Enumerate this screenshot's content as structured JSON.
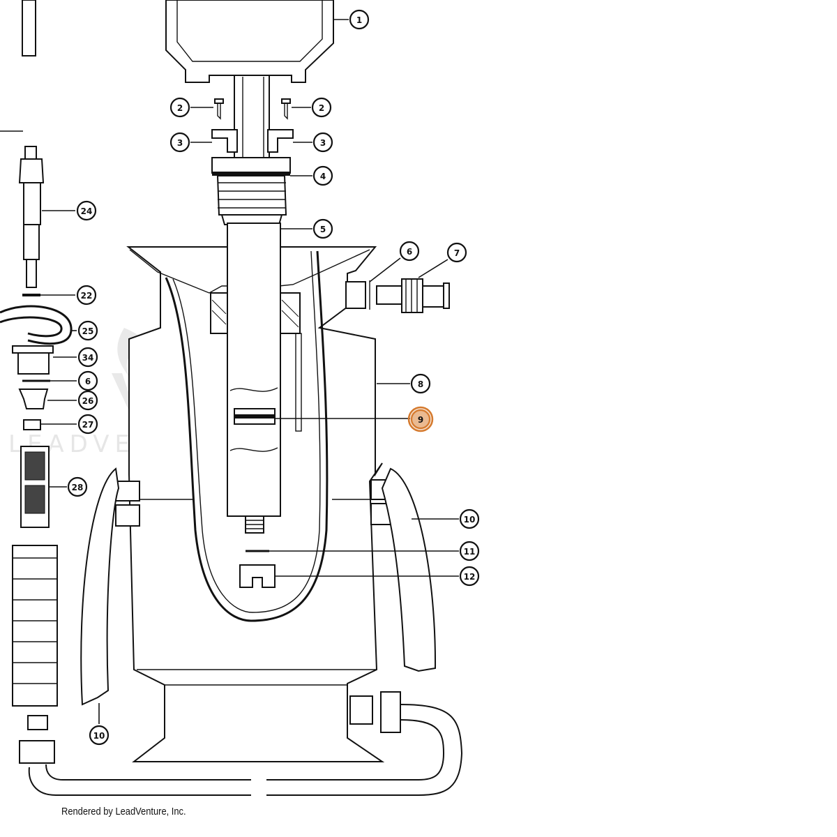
{
  "watermark": {
    "text": "LEADVENTURE",
    "color": "#e6e6e6"
  },
  "footer": {
    "text": "Rendered by LeadVenture, Inc."
  },
  "highlight": {
    "callout": "9",
    "color": "#d57a2e"
  },
  "callouts": [
    {
      "id": "c1",
      "label": "1"
    },
    {
      "id": "c2a",
      "label": "2"
    },
    {
      "id": "c2b",
      "label": "2"
    },
    {
      "id": "c3a",
      "label": "3"
    },
    {
      "id": "c3b",
      "label": "3"
    },
    {
      "id": "c4",
      "label": "4"
    },
    {
      "id": "c5",
      "label": "5"
    },
    {
      "id": "c6",
      "label": "6"
    },
    {
      "id": "c7",
      "label": "7"
    },
    {
      "id": "c8",
      "label": "8"
    },
    {
      "id": "c9",
      "label": "9"
    },
    {
      "id": "c10a",
      "label": "10"
    },
    {
      "id": "c10b",
      "label": "10"
    },
    {
      "id": "c11",
      "label": "11"
    },
    {
      "id": "c12",
      "label": "12"
    },
    {
      "id": "c24",
      "label": "24"
    },
    {
      "id": "c22",
      "label": "22"
    },
    {
      "id": "c25",
      "label": "25"
    },
    {
      "id": "c34",
      "label": "34"
    },
    {
      "id": "c6b",
      "label": "6"
    },
    {
      "id": "c26",
      "label": "26"
    },
    {
      "id": "c27",
      "label": "27"
    },
    {
      "id": "c28",
      "label": "28"
    }
  ]
}
